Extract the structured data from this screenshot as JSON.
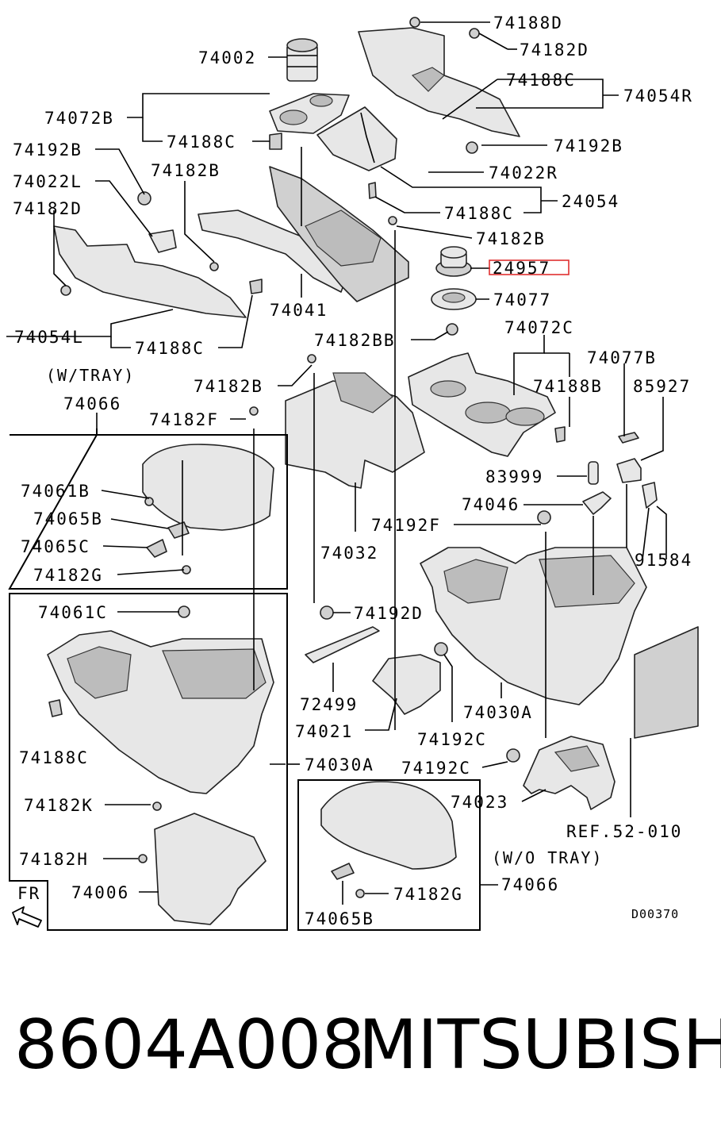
{
  "labels": {
    "l74188D": "74188D",
    "l74182D_top": "74182D",
    "l74002": "74002",
    "l74188C_r": "74188C",
    "l74054R": "74054R",
    "l74072B": "74072B",
    "l74188C_a": "74188C",
    "l74192B_l": "74192B",
    "l74192B_r": "74192B",
    "l74022L": "74022L",
    "l74182B_a": "74182B",
    "l74022R": "74022R",
    "l74182D_l": "74182D",
    "l24054": "24054",
    "l74188C_b": "74188C",
    "l74182B_b": "74182B",
    "l24957": "24957",
    "l74041": "74041",
    "l74077": "74077",
    "l74054L": "74054L",
    "l74188C_c": "74188C",
    "l74182BB": "74182BB",
    "l74072C": "74072C",
    "l74077B": "74077B",
    "l74182B_c": "74182B",
    "l74188B": "74188B",
    "l85927": "85927",
    "l74066_a": "74066",
    "l74182F": "74182F",
    "l83999": "83999",
    "l74061B": "74061B",
    "l74046": "74046",
    "l74065B_a": "74065B",
    "l74192F": "74192F",
    "l74065C": "74065C",
    "l74032": "74032",
    "l91584": "91584",
    "l74182G_a": "74182G",
    "l74061C": "74061C",
    "l74192D": "74192D",
    "l72499": "72499",
    "l74030A_r": "74030A",
    "l74021": "74021",
    "l74188C_d": "74188C",
    "l74192C_a": "74192C",
    "l74030A_l": "74030A",
    "l74192C_b": "74192C",
    "l74182K": "74182K",
    "l74023": "74023",
    "lREF": "REF.52-010",
    "l74182H": "74182H",
    "l74066_b": "74066",
    "l74006": "74006",
    "l74182G_b": "74182G",
    "l74065B_b": "74065B",
    "lFR": "FR"
  },
  "notes": {
    "with_tray": "(W/TRAY)",
    "without_tray": "(W/O TRAY)"
  },
  "diagram_code": "D00370",
  "highlight": {
    "part": "24957",
    "color": "#e03030"
  },
  "footer": {
    "part_number": "8604A008",
    "brand": "MITSUBISHI"
  }
}
